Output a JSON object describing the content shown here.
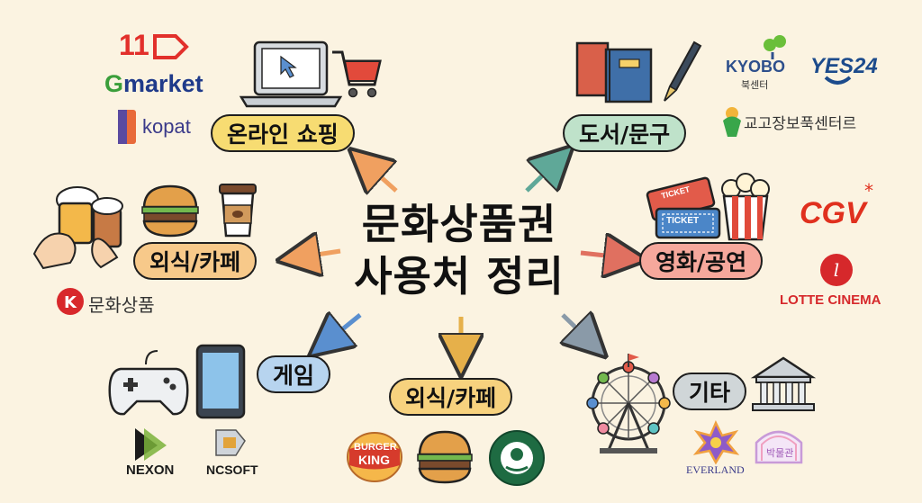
{
  "center": {
    "line1": "문화상품권",
    "line2": "사용처 정리"
  },
  "categories": {
    "online": {
      "label": "온라인 쇼핑",
      "color": "#f7dc72"
    },
    "books": {
      "label": "도서/문구",
      "color": "#bfe2ca"
    },
    "dining_left": {
      "label": "외식/카페",
      "color": "#f7c98a"
    },
    "movies": {
      "label": "영화/공연",
      "color": "#f6a89c"
    },
    "game": {
      "label": "게임",
      "color": "#b7d4ef"
    },
    "dining_bottom": {
      "label": "외식/카페",
      "color": "#f7d27e"
    },
    "etc": {
      "label": "기타",
      "color": "#d0d6d8"
    }
  },
  "brands": {
    "eleven": "11",
    "gmarket_g": "G",
    "gmarket_rest": "market",
    "kopat": "kopat",
    "kyobo": "KYOBO",
    "kyobo_sub": "북센터",
    "yes24": "YES24",
    "kyogo": "교고장보푹센터르",
    "cgv": "CGV",
    "lotte": "LOTTE CINEMA",
    "culture_giftcard": "문화상품",
    "nexon": "NEXON",
    "ncsoft": "NCSOFT",
    "burger_king_1": "BURGER",
    "burger_king_2": "KING",
    "everland": "EVERLAND",
    "museum": "박물관",
    "ticket": "TICKET",
    "ticket_small": "TICKET"
  },
  "colors": {
    "background": "#fbf3e1",
    "arrow_orange": "#f0a060",
    "arrow_teal": "#5fa898",
    "arrow_red": "#e07060",
    "arrow_blue": "#5a8fcf",
    "arrow_gold": "#e6b04a",
    "arrow_gray": "#8a9aa8",
    "gmarket_green": "#3a9e3a",
    "cgv_red": "#e0301e",
    "lotte_red": "#d6282b"
  },
  "icons": [
    "laptop-icon",
    "shopping-cart-icon",
    "books-icon",
    "pen-icon",
    "burger-icon",
    "coffee-cup-icon",
    "beer-mugs-icon",
    "tickets-icon",
    "popcorn-icon",
    "gamepad-icon",
    "tablet-icon",
    "ferris-wheel-icon",
    "museum-icon",
    "starbucks-logo-icon"
  ]
}
